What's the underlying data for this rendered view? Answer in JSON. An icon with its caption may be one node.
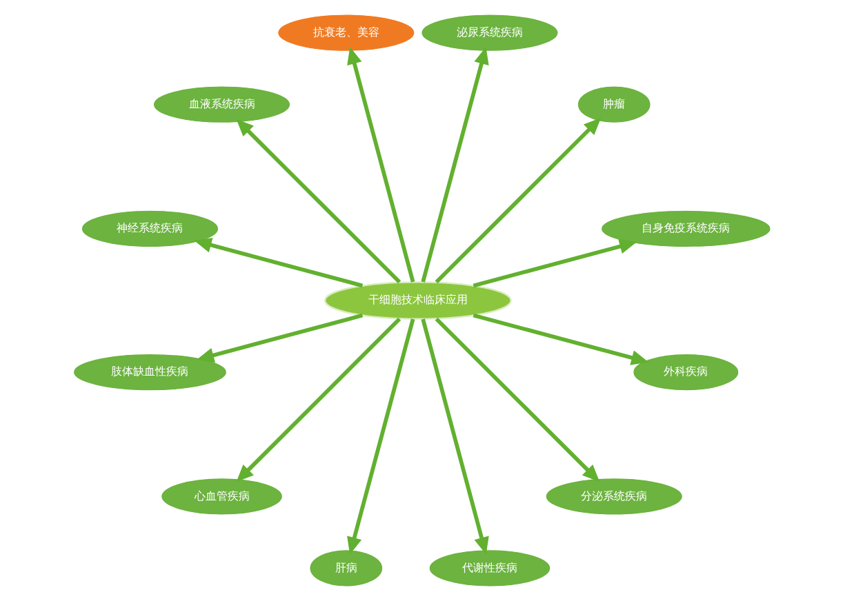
{
  "diagram": {
    "nodes": [
      {
        "text": [
          "抗衰老、美容"
        ]
      },
      {
        "text": [
          "血液系统疾病"
        ]
      },
      {
        "text": [
          "泌尿系统疾病"
        ]
      },
      {
        "text": [
          "神经系统疾病"
        ]
      },
      {
        "text": [
          "肿瘤"
        ]
      },
      {
        "text": [
          "肢体缺血性疾病"
        ]
      },
      {
        "text": [
          "干细胞技术临床应用"
        ]
      },
      {
        "text": [
          "自身免疫系统疾病"
        ]
      },
      {
        "text": [
          "心血管疾病"
        ]
      },
      {
        "text": [
          "外科疾病"
        ]
      },
      {
        "text": [
          "肝病"
        ]
      },
      {
        "text": [
          "分泌系统疾病"
        ]
      },
      {
        "text": [
          "代谢性疾病"
        ]
      }
    ],
    "edges": [
      {
        "from": 6,
        "to": 0,
        "arrow": "to"
      },
      {
        "from": 6,
        "to": 2,
        "arrow": "to"
      },
      {
        "from": 6,
        "to": 4,
        "arrow": "to"
      },
      {
        "from": 6,
        "to": 7,
        "arrow": "to"
      },
      {
        "from": 6,
        "to": 9,
        "arrow": "to"
      },
      {
        "from": 6,
        "to": 11,
        "arrow": "to"
      },
      {
        "from": 6,
        "to": 12,
        "arrow": "to"
      },
      {
        "from": 6,
        "to": 10,
        "arrow": "to"
      },
      {
        "from": 6,
        "to": 8,
        "arrow": "to"
      },
      {
        "from": 6,
        "to": 5,
        "arrow": "to"
      },
      {
        "from": 6,
        "to": 3,
        "arrow": "to"
      },
      {
        "from": 6,
        "to": 1,
        "arrow": "to"
      }
    ]
  }
}
